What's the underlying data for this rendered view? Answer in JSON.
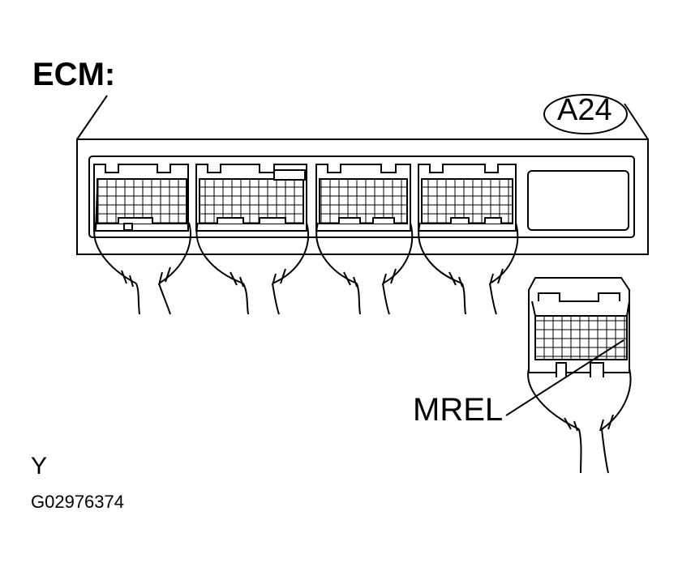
{
  "diagram": {
    "ecm_label": "ECM:",
    "connector_id": "A24",
    "terminal_label": "MREL",
    "view_label": "Y",
    "figure_code": "G02976374"
  },
  "colors": {
    "line": "#000000",
    "background": "#ffffff"
  }
}
